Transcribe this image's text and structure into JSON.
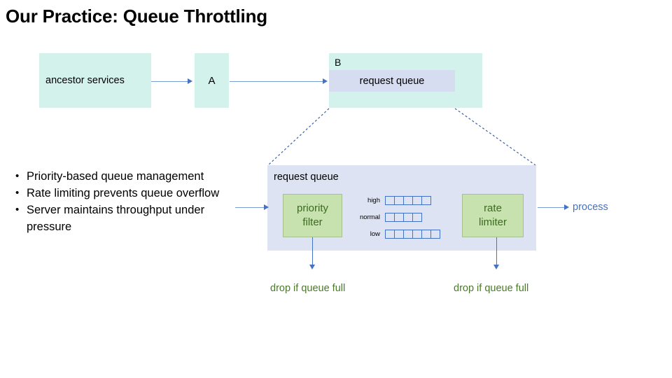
{
  "slide": {
    "title": "Our Practice: Queue Throttling"
  },
  "flow": {
    "ancestor_services": "ancestor services",
    "node_a": "A",
    "node_b_letter": "B",
    "node_b_queue": "request queue"
  },
  "bullets": [
    {
      "marker": "•",
      "text": "Priority-based queue management"
    },
    {
      "marker": "•",
      "text": "Rate limiting prevents queue overflow"
    },
    {
      "marker": "•",
      "text": "Server maintains throughput under pressure"
    }
  ],
  "detail": {
    "title": "request queue",
    "priority_filter_line1": "priority",
    "priority_filter_line2": "filter",
    "rate_limiter_line1": "rate",
    "rate_limiter_line2": "limiter",
    "process_label": "process",
    "drop_label_left": "drop if queue full",
    "drop_label_right": "drop if queue full",
    "queues": [
      {
        "label": "high",
        "cells": 5
      },
      {
        "label": "normal",
        "cells": 4
      },
      {
        "label": "low",
        "cells": 6
      }
    ]
  },
  "colors": {
    "teal_box": "#d4f2ec",
    "lavender_box": "#d7ddf0",
    "panel_bg": "#dde3f3",
    "green_box": "#c7e2ae",
    "green_text": "#3a6b21",
    "arrow_blue": "#4472c4",
    "dashed_blue": "#3b5fa8",
    "drop_text_green": "#4a7a29",
    "process_text": "#4472c4",
    "title_text": "#000000",
    "background": "#ffffff"
  }
}
